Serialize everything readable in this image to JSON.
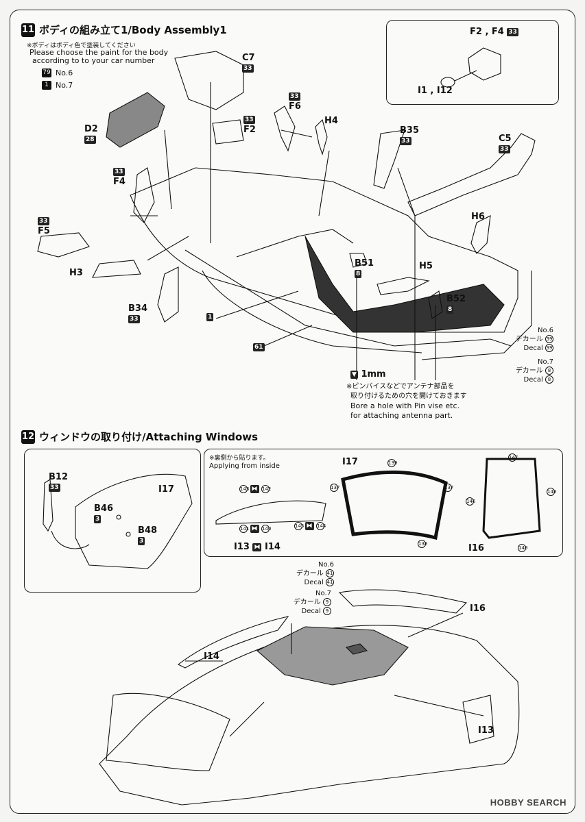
{
  "step11": {
    "number": "11",
    "title": "ボディの組み立て1/Body Assembly1",
    "note_jp": "※ボディはボディ色で塗装してください",
    "note_en_1": "Please choose the paint for the body",
    "note_en_2": "according to to your car number",
    "paint": [
      {
        "code": "79",
        "car": "No.6"
      },
      {
        "code": "1",
        "car": "No.7"
      }
    ],
    "parts": {
      "c7": "C7",
      "c7_num": "33",
      "d2": "D2",
      "d2_num": "28",
      "f2": "F2",
      "f2_num": "33",
      "f6": "F6",
      "f6_num": "33",
      "h4": "H4",
      "b35": "B35",
      "b35_num": "33",
      "c5": "C5",
      "c5_num": "33",
      "f4": "F4",
      "f4_num": "33",
      "f5": "F5",
      "f5_num": "33",
      "h3": "H3",
      "h6": "H6",
      "b51": "B51",
      "b51_num": "8",
      "h5": "H5",
      "b52": "B52",
      "b52_num": "8",
      "b34": "B34",
      "b34_num": "33",
      "paint_1": "1",
      "paint_61": "61"
    },
    "inset": {
      "title": "F2 , F4",
      "title_num": "33",
      "bottom": "I1 , I12"
    },
    "decal_no6": "No.6",
    "decal_no6_jp": "デカール",
    "decal_no6_num": "39",
    "decal_no6_en": "Decal",
    "decal_no7": "No.7",
    "decal_no7_jp": "デカール",
    "decal_no7_num": "8",
    "decal_no7_en": "Decal",
    "drill_size": "1mm",
    "drill_note_jp_1": "※ピンバイスなどでアンテナ部品を",
    "drill_note_jp_2": "取り付けるための穴を開けておきます",
    "drill_note_en_1": "Bore a hole with Pin vise etc.",
    "drill_note_en_2": "for attaching antenna part."
  },
  "step12": {
    "number": "12",
    "title": "ウィンドウの取り付け/Attaching Windows",
    "left_box": {
      "b12": "B12",
      "b12_num": "33",
      "b46": "B46",
      "b46_num": "3",
      "b48": "B48",
      "b48_num": "3",
      "i17": "I17"
    },
    "right_box": {
      "note_jp": "※裏側から貼ります。",
      "note_en": "Applying from inside",
      "i13_i14": "I13",
      "i13_i14_b": "I14",
      "decals_top": [
        "143",
        "142"
      ],
      "decals_bot": [
        "141",
        "140"
      ],
      "decals_side": [
        "145",
        "144"
      ],
      "i17": "I17",
      "i17_decals": [
        "139",
        "137",
        "137",
        "138"
      ],
      "i16": "I16",
      "i16_decals": [
        "147",
        "146",
        "148",
        "149"
      ]
    },
    "decal_no6": "No.6",
    "decal_no6_jp": "デカール",
    "decal_no6_num": "41",
    "decal_no6_en": "Decal",
    "decal_no7": "No.7",
    "decal_no7_jp": "デカール",
    "decal_no7_num": "9",
    "decal_no7_en": "Decal",
    "i16": "I16",
    "i14": "I14",
    "i13": "I13"
  },
  "watermark": "HOBBY SEARCH"
}
